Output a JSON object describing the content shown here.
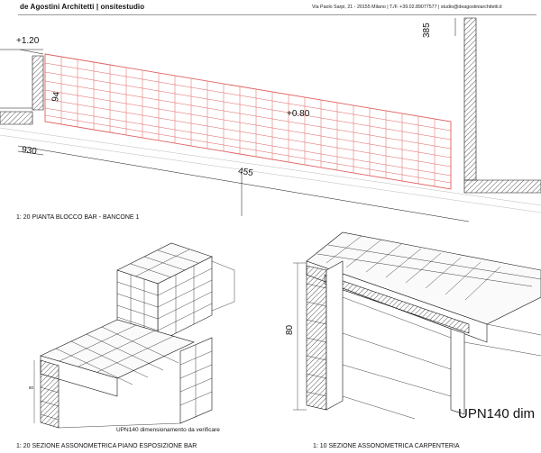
{
  "header": {
    "studio_name": "de Agostini Architetti",
    "separator": " | ",
    "studio_sub": "onsitestudio",
    "contact": "Via Paolo Sarpi, 21 - 20155 Milano  |  T./F. +39.02.89077577  |  studio@deagostiniarchitetti.it"
  },
  "plan": {
    "dim_level_top": "+1.20",
    "dim_385": "385",
    "dim_94": "94",
    "dim_level_mid": "+0.80",
    "dim_930": "930",
    "dim_455": "455",
    "caption": "1: 20   PIANTA BLOCCO BAR - BANCONE 1"
  },
  "iso_left": {
    "dim_80": "80",
    "note": "UPN140 dimensionamento da verificare",
    "caption": "1: 20   SEZIONE ASSONOMETRICA PIANO ESPOSIZIONE  BAR"
  },
  "iso_right": {
    "dim_80": "80",
    "note": "UPN140 dim",
    "caption": "1: 10   SEZIONE ASSONOMETRICA CARPENTERIA"
  },
  "colors": {
    "tile_red": "#e06060",
    "line": "#111111",
    "hatch": "#555555"
  }
}
